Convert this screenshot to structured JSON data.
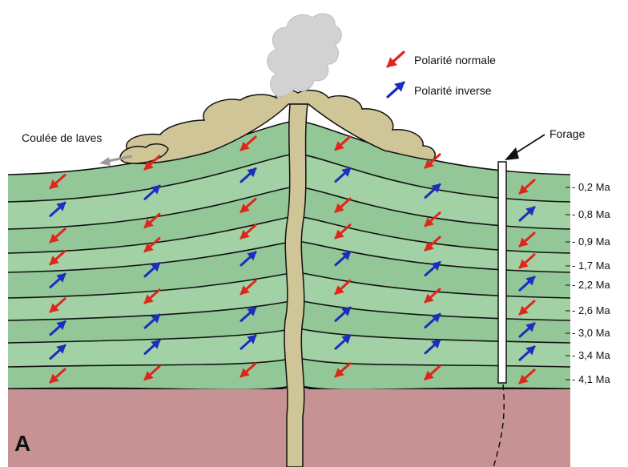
{
  "legend": {
    "normal_label": "Polarité normale",
    "inverse_label": "Polarité inverse"
  },
  "labels": {
    "lava_flow": "Coulée de laves",
    "borehole": "Forage",
    "panel": "A"
  },
  "colors": {
    "normal": "#e0261b",
    "inverse": "#1d2dbe",
    "lava_layer": "#93c797",
    "lava_layer_alt": "#a2d1a5",
    "basement": "#c79293",
    "cone_edifice": "#cfc597",
    "smoke": "#d2d2d2",
    "line": "#111111"
  },
  "layers": [
    {
      "age": "- 0,2 Ma",
      "polarity": "normal",
      "borehole": "normal"
    },
    {
      "age": "- 0,8 Ma",
      "polarity": "inverse",
      "borehole": "inverse"
    },
    {
      "age": "- 0,9 Ma",
      "polarity": "normal",
      "borehole": "normal"
    },
    {
      "age": "- 1,7 Ma",
      "polarity": "normal",
      "borehole": "normal"
    },
    {
      "age": "- 2,2 Ma",
      "polarity": "inverse",
      "borehole": "inverse"
    },
    {
      "age": "- 2,6 Ma",
      "polarity": "normal",
      "borehole": "normal"
    },
    {
      "age": "- 3,0 Ma",
      "polarity": "inverse",
      "borehole": "inverse"
    },
    {
      "age": "- 3,4 Ma",
      "polarity": "inverse",
      "borehole": "inverse"
    },
    {
      "age": "- 4,1 Ma",
      "polarity": "normal",
      "borehole": "normal"
    }
  ]
}
